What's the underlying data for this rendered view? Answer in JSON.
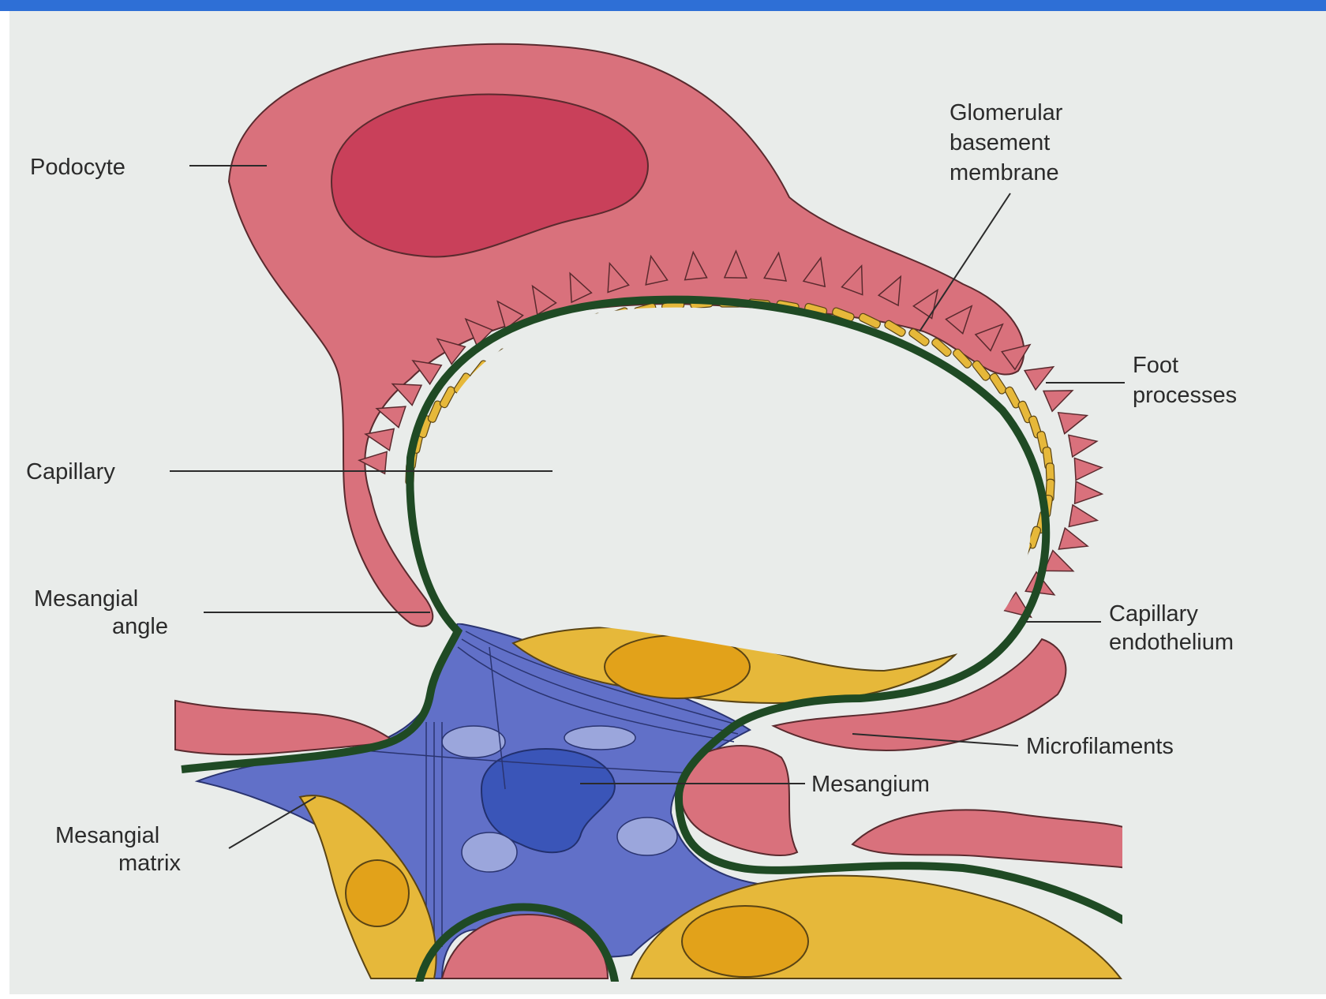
{
  "labels": {
    "podocyte": "Podocyte",
    "gbm_line1": "Glomerular",
    "gbm_line2": "basement",
    "gbm_line3": "membrane",
    "foot_line1": "Foot",
    "foot_line2": "processes",
    "capillary": "Capillary",
    "mes_angle_line1": "Mesangial",
    "mes_angle_line2": "angle",
    "cap_endo_line1": "Capillary",
    "cap_endo_line2": "endothelium",
    "microfilaments": "Microfilaments",
    "mesangium": "Mesangium",
    "mes_matrix_line1": "Mesangial",
    "mes_matrix_line2": "matrix"
  },
  "colors": {
    "podocyte": "#d9717c",
    "podocyte_nucleus": "#c9405a",
    "membrane": "#1f4a24",
    "endothelium": "#e6b83a",
    "endothelial_nucleus": "#e2a21a",
    "mesangium": "#6170c8",
    "mesangial_nucleus": "#3a55b8",
    "background": "#e9ecea"
  }
}
